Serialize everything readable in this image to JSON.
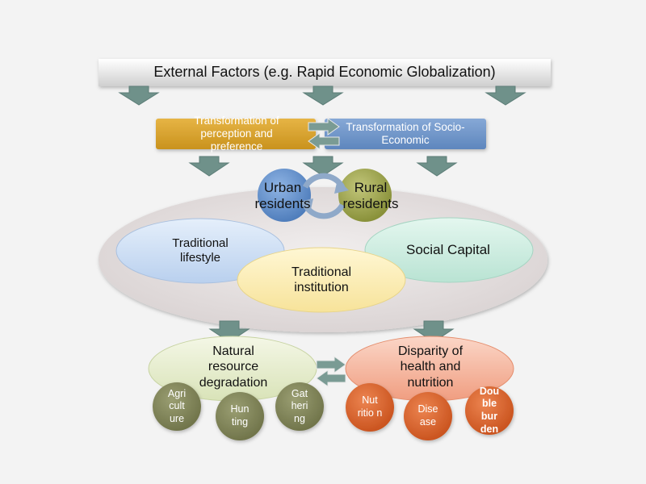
{
  "external_factors": "External Factors (e.g. Rapid Economic Globalization)",
  "transform_perception": "Transformation of perception and preference",
  "transform_socio": "Transformation of Socio-Economic",
  "urban": "Urban residents",
  "rural": "Rural residents",
  "traditional_lifestyle": "Traditional lifestyle",
  "social_capital": "Social Capital",
  "traditional_institution": "Traditional institution",
  "natural_resource": "Natural resource degradation",
  "disparity": "Disparity of health and nutrition",
  "resource_items": [
    "Agri cult ure",
    "Hun ting",
    "Gat heri ng"
  ],
  "health_items": [
    "Nut ritio n",
    "Dise ase",
    "Dou ble bur den"
  ],
  "colors": {
    "banner": "#dcdcdc",
    "arrow": "#6a8f88",
    "perception_box": "#d9a52a",
    "socio_box": "#6f94c7",
    "urban": "#5f8fcc",
    "rural": "#98a04a",
    "big_ellipse": "#e4dede",
    "lifestyle": "#cfe0f5",
    "social_capital": "#cdeee2",
    "institution": "#fbeeb0",
    "natural_resource": "#e7efcf",
    "disparity": "#f6b9a2",
    "olive_circle": "#7f8358",
    "orange_circle": "#d9642c"
  }
}
